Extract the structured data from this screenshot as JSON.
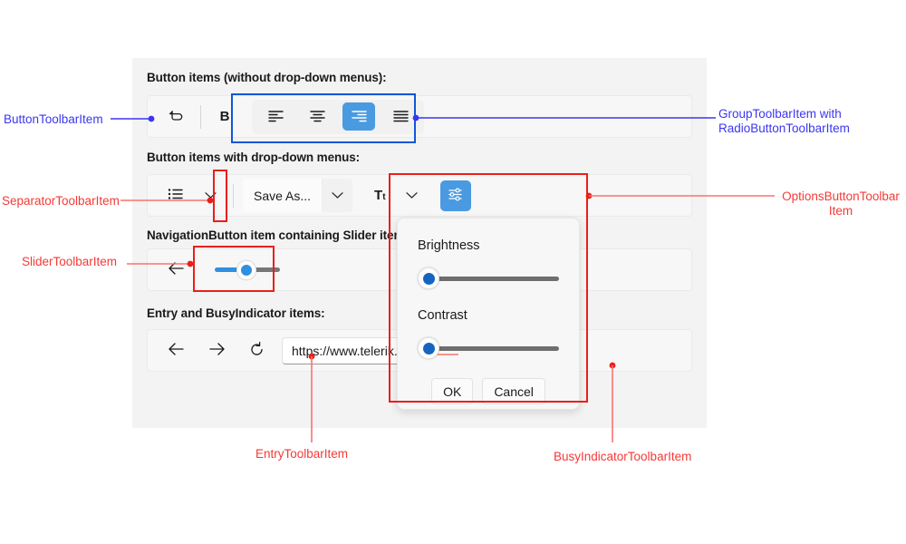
{
  "sections": [
    {
      "id": "s1",
      "title": "Button items (without drop-down menus):"
    },
    {
      "id": "s2",
      "title": "Button items with drop-down menus:"
    },
    {
      "id": "s3",
      "title": "NavigationButton item containing Slider item:"
    },
    {
      "id": "s4",
      "title": "Entry and BusyIndicator items:"
    }
  ],
  "toolbar1": {
    "undo_icon": "undo-arrow-icon",
    "bold_label": "B",
    "align_options": [
      {
        "name": "align-left",
        "selected": false
      },
      {
        "name": "align-center",
        "selected": false
      },
      {
        "name": "align-right",
        "selected": true
      },
      {
        "name": "align-justify",
        "selected": false
      }
    ]
  },
  "toolbar2": {
    "list_icon": "bullet-list-icon",
    "save_as_label": "Save As...",
    "font_size_icon": "font-size-icon",
    "options_icon": "settings-sliders-icon",
    "chevron": "chevron-down-icon"
  },
  "toolbar3": {
    "back_icon": "arrow-left-icon",
    "slider": {
      "value": 38,
      "min": 0,
      "max": 100
    }
  },
  "toolbar4": {
    "back_icon": "arrow-left-icon",
    "forward_icon": "arrow-right-icon",
    "refresh_icon": "refresh-icon",
    "entry_value": "https://www.telerik.c",
    "entry_placeholder": "https://",
    "overflow_label": "...",
    "busy_icon": "busy-spinner-icon"
  },
  "popup": {
    "brightness_label": "Brightness",
    "brightness_value": 2,
    "contrast_label": "Contrast",
    "contrast_value": 2,
    "ok_label": "OK",
    "cancel_label": "Cancel"
  },
  "annotations": [
    {
      "id": "a1",
      "text": "ButtonToolbarItem",
      "color": "blue"
    },
    {
      "id": "a2",
      "text": "GroupToolbarItem with\nRadioButtonToolbarItem",
      "color": "blue"
    },
    {
      "id": "a3",
      "text": "SeparatorToolbarItem",
      "color": "red"
    },
    {
      "id": "a4",
      "text": "OptionsButtonToolbar\nItem",
      "color": "red"
    },
    {
      "id": "a5",
      "text": "SliderToolbarItem",
      "color": "red"
    },
    {
      "id": "a6",
      "text": "EntryToolbarItem",
      "color": "red"
    },
    {
      "id": "a7",
      "text": "BusyIndicatorToolbarItem",
      "color": "red"
    }
  ],
  "colors": {
    "accent_blue": "#4a9ae1",
    "annotation_blue": "#3b36f0",
    "annotation_red": "#f43a36",
    "slider_blue": "#2f8fe0",
    "panel_bg": "#f3f3f3"
  }
}
